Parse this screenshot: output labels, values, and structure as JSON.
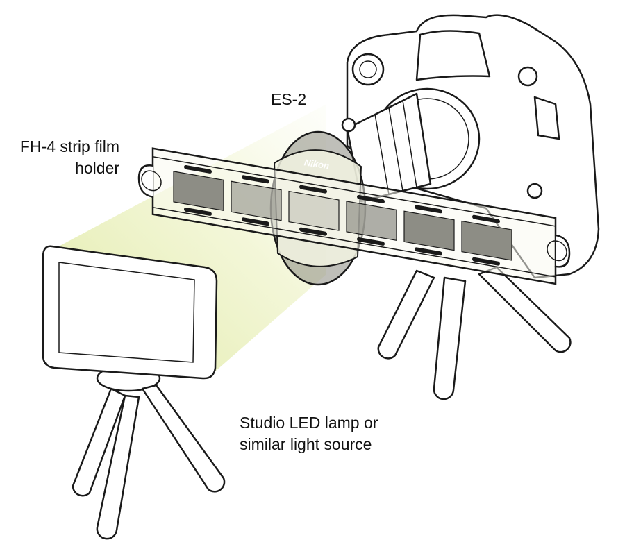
{
  "labels": {
    "adapter": "ES-2",
    "film_holder_line1": "FH-4 strip film",
    "film_holder_line2": "holder",
    "light_source_line1": "Studio LED lamp or",
    "light_source_line2": "similar light source"
  },
  "adapter_logo": "Nikon",
  "colors": {
    "light_beam": "#e8f0b0",
    "outline": "#1a1a1a",
    "adapter_gray": "#7a7a72"
  }
}
